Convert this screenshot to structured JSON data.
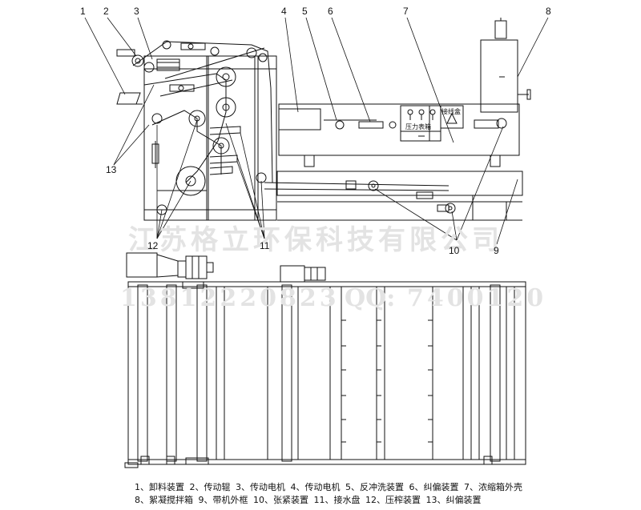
{
  "callouts": {
    "n1": "1",
    "n2": "2",
    "n3": "3",
    "n4": "4",
    "n5": "5",
    "n6": "6",
    "n7": "7",
    "n8": "8",
    "n9": "9",
    "n10": "10",
    "n11": "11",
    "n12": "12",
    "n13": "13"
  },
  "panel_labels": {
    "junction_box": "接线盒",
    "pressure_box": "压力表箱"
  },
  "watermark": {
    "company": "江苏格立环保科技有限公司",
    "phone": "13812220823",
    "qq_label": "QQ:",
    "qq_number": "7400120"
  },
  "legend": {
    "line1": [
      "1、卸料装置",
      "2、传动辊",
      "3、传动电机",
      "4、传动电机",
      "5、反冲洗装置",
      "6、纠偏装置",
      "7、浓缩箱外壳"
    ],
    "line2": [
      "8、絮凝搅拌箱",
      "9、带机外框",
      "10、张紧装置",
      "11、接水盘",
      "12、压榨装置",
      "13、纠偏装置"
    ]
  },
  "colors": {
    "line": "#111111",
    "watermark": "#e3e3e3"
  }
}
